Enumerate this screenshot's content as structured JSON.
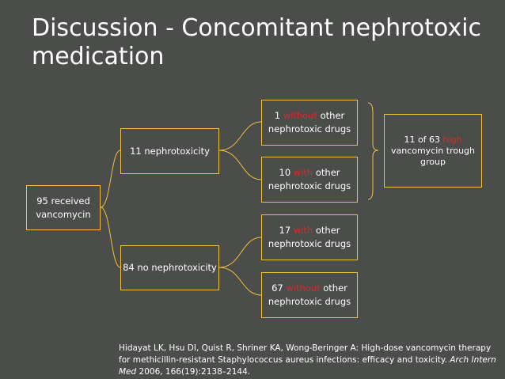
{
  "slide": {
    "title": "Discussion - Concomitant nephrotoxic medication"
  },
  "nodes": {
    "root": {
      "text": "95 received vancomycin"
    },
    "nephro": {
      "text": "11 nephrotoxicity"
    },
    "no_nephro": {
      "text": "84 no nephrotoxicity"
    },
    "n1": {
      "pre": "1 ",
      "highlight": "without",
      "post": " other nephrotoxic drugs"
    },
    "n2": {
      "pre": "10 ",
      "highlight": "with",
      "post": " other nephrotoxic drugs"
    },
    "n3": {
      "pre": "17 ",
      "highlight": "with",
      "post": " other nephrotoxic drugs"
    },
    "n4": {
      "pre": "67 ",
      "highlight": "without",
      "post": " other nephrotoxic drugs"
    },
    "summary": {
      "pre": "11 of 63 ",
      "highlight": "high",
      "post": " vancomycin trough group"
    }
  },
  "citation": {
    "text": "Hidayat LK, Hsu DI, Quist R, Shriner KA, Wong-Beringer A: High-dose vancomycin therapy for methicillin-resistant Staphylococcus aureus infections: efficacy and toxicity. ",
    "journal": "Arch Intern Med",
    "details": " 2006, 166(19):2138–2144."
  },
  "colors": {
    "background": "#4b4d4b",
    "box_border": "#f2c03a",
    "connector": "#f2c03a",
    "highlight": "#d42a2a",
    "text": "#ffffff"
  }
}
